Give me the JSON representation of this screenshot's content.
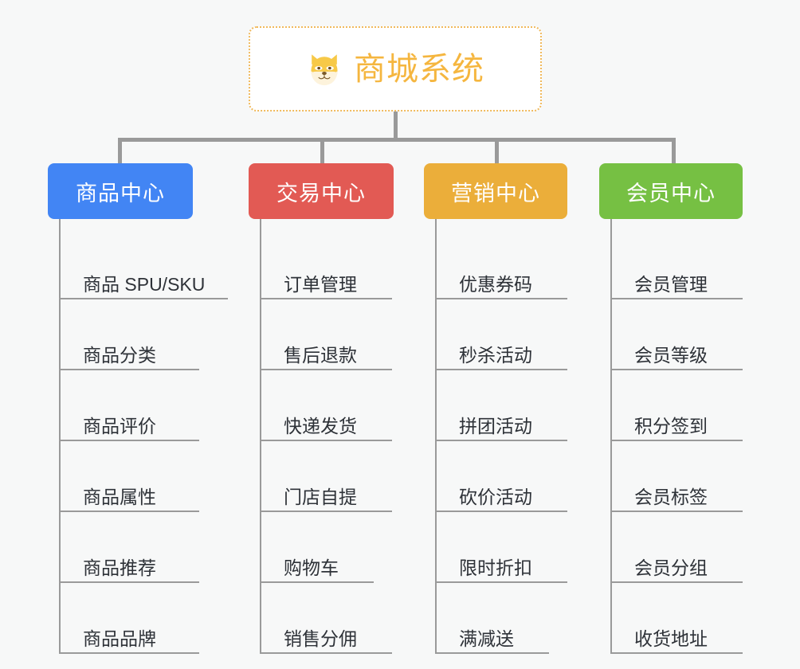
{
  "root": {
    "title": "商城系统",
    "icon": "shiba-dog-face-icon",
    "border_color": "#f0b95c",
    "text_color": "#f5b63f"
  },
  "connector_color": "#9a9a9a",
  "background": "#f7f8f8",
  "categories": [
    {
      "label": "商品中心",
      "color": "#4285f4",
      "items": [
        "商品 SPU/SKU",
        "商品分类",
        "商品评价",
        "商品属性",
        "商品推荐",
        "商品品牌"
      ]
    },
    {
      "label": "交易中心",
      "color": "#e25a54",
      "items": [
        "订单管理",
        "售后退款",
        "快递发货",
        "门店自提",
        "购物车",
        "销售分佣"
      ]
    },
    {
      "label": "营销中心",
      "color": "#ebae3a",
      "items": [
        "优惠券码",
        "秒杀活动",
        "拼团活动",
        "砍价活动",
        "限时折扣",
        "满减送"
      ]
    },
    {
      "label": "会员中心",
      "color": "#76c043",
      "items": [
        "会员管理",
        "会员等级",
        "积分签到",
        "会员标签",
        "会员分组",
        "收货地址"
      ]
    }
  ]
}
